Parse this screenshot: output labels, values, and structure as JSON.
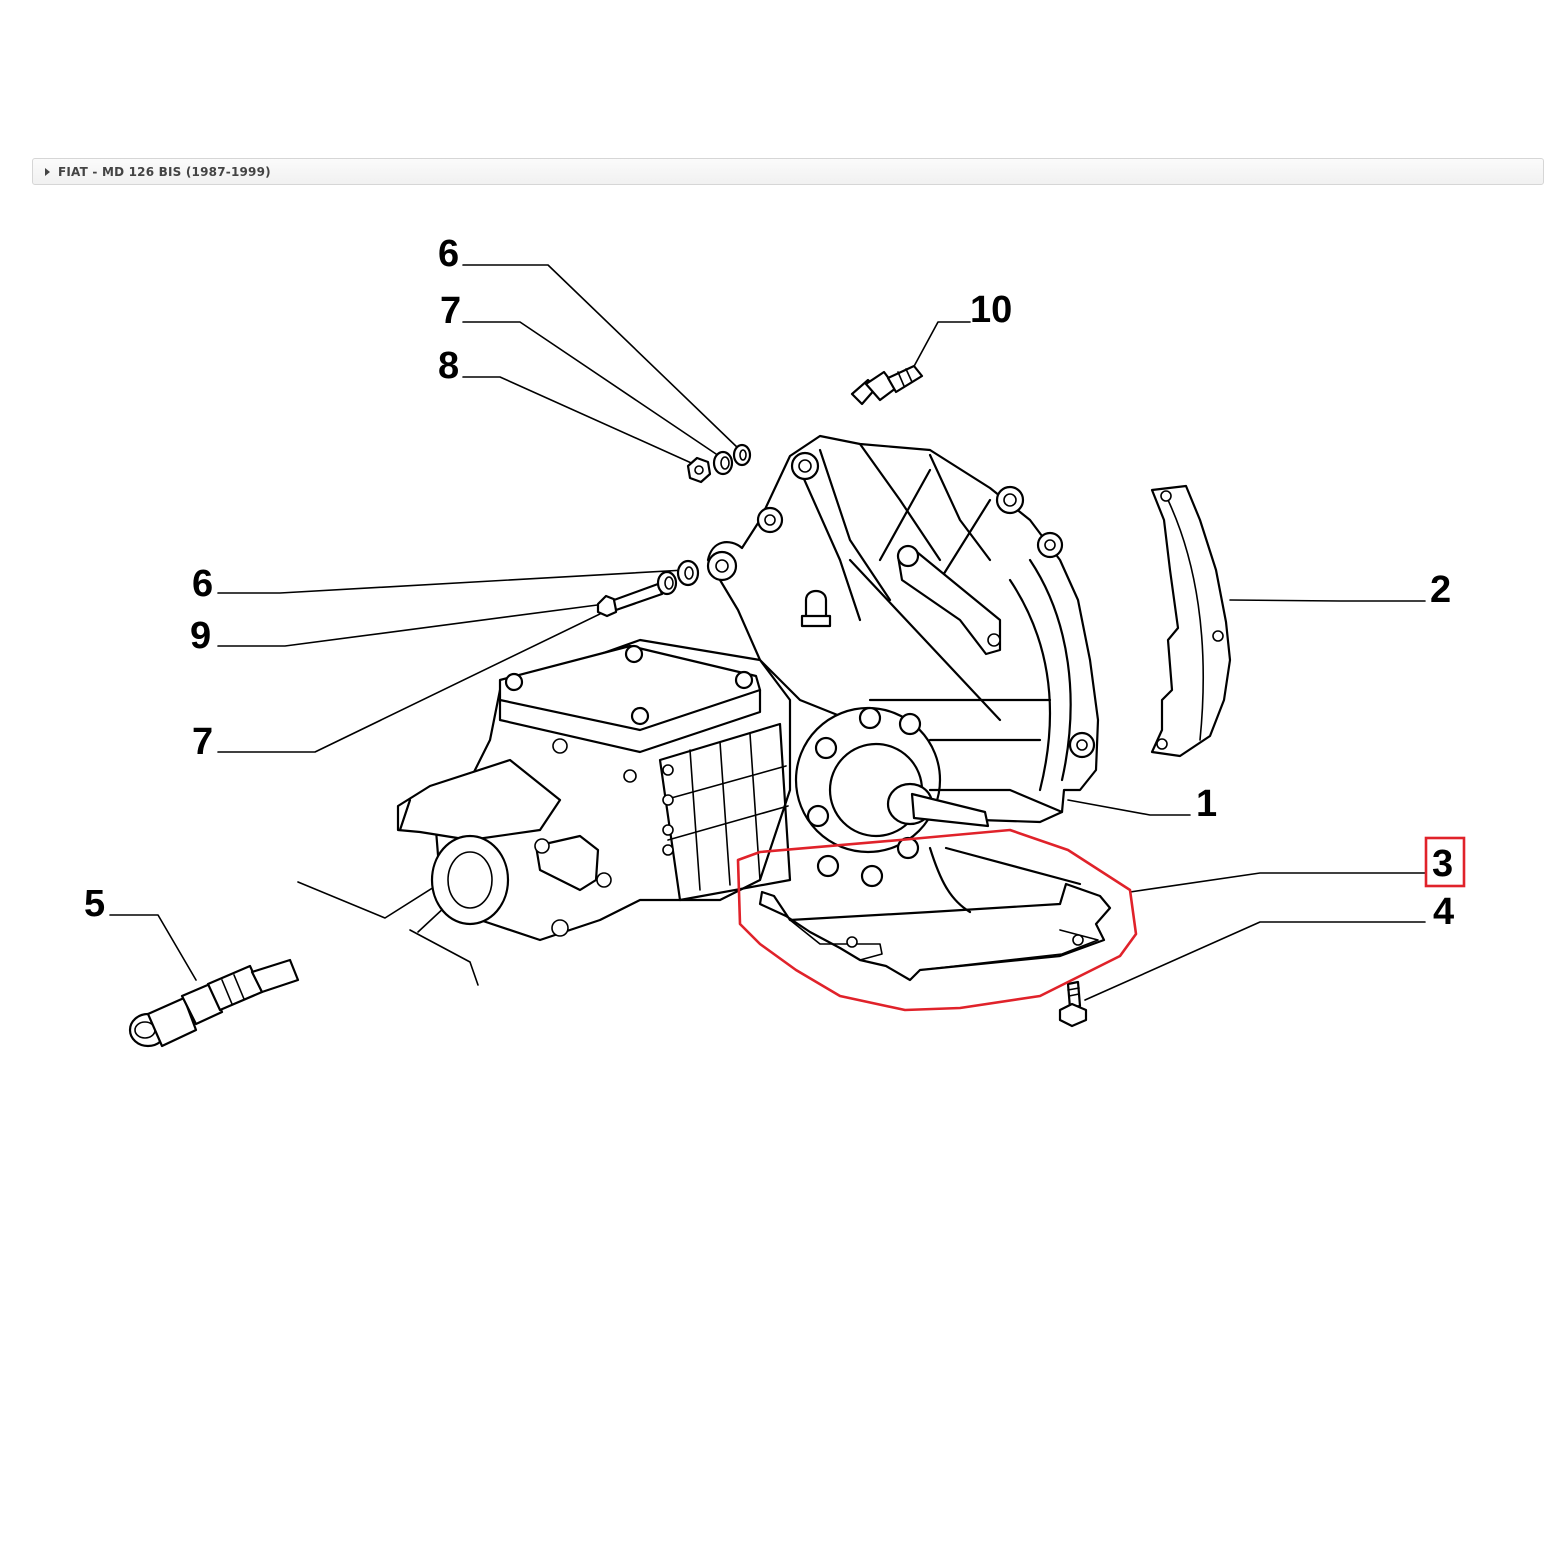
{
  "breadcrumb": {
    "label": "FIAT - MD 126 BIS (1987-1999)"
  },
  "diagram": {
    "callouts": [
      {
        "id": "c6-top",
        "label": "6"
      },
      {
        "id": "c7-top",
        "label": "7"
      },
      {
        "id": "c8",
        "label": "8"
      },
      {
        "id": "c10",
        "label": "10"
      },
      {
        "id": "c6-mid",
        "label": "6"
      },
      {
        "id": "c9",
        "label": "9"
      },
      {
        "id": "c7-low",
        "label": "7"
      },
      {
        "id": "c2",
        "label": "2"
      },
      {
        "id": "c1",
        "label": "1"
      },
      {
        "id": "c3",
        "label": "3"
      },
      {
        "id": "c4",
        "label": "4"
      },
      {
        "id": "c5",
        "label": "5"
      }
    ],
    "highlight_color": "#e0222a",
    "selected_callout": "3"
  }
}
